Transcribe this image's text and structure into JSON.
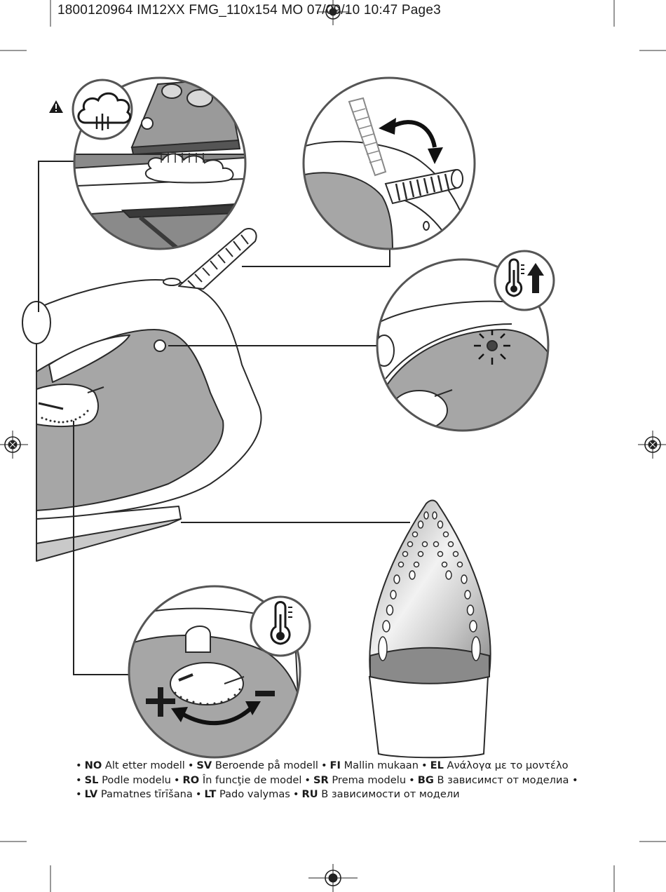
{
  "header": {
    "text": "1800120964 IM12XX FMG_110x154 MO  07/09/10  10:47  Page3"
  },
  "icons": {
    "warning": "warning-triangle-icon",
    "steam": "steam-cloud-icon",
    "thermo_up": "thermometer-up-icon",
    "thermo": "thermometer-icon",
    "plus": "plus-icon",
    "minus": "minus-icon"
  },
  "legend": {
    "lines": [
      [
        {
          "code": "NO",
          "text": "Alt etter modell"
        },
        {
          "code": "SV",
          "text": "Beroende på modell"
        },
        {
          "code": "FI",
          "text": "Mallin mukaan"
        },
        {
          "code": "EL",
          "text": "Ανάλογα με το μοντέλο"
        }
      ],
      [
        {
          "code": "SL",
          "text": "Podle modelu"
        },
        {
          "code": "RO",
          "text": "În funcţie de model"
        },
        {
          "code": "SR",
          "text": "Prema modelu"
        },
        {
          "code": "BG",
          "text": "В зависимст от моделиа"
        }
      ],
      [
        {
          "code": "LV",
          "text": "Pamatnes tīrīšana"
        },
        {
          "code": "LT",
          "text": "Pado valymas"
        },
        {
          "code": "RU",
          "text": "В зависимости от модели"
        }
      ]
    ],
    "line2_trailing": "•"
  },
  "colors": {
    "outline": "#2a2a2a",
    "gray_light": "#c9c9c9",
    "gray_mid": "#a6a6a6",
    "gray_dark": "#7c7c7c"
  }
}
